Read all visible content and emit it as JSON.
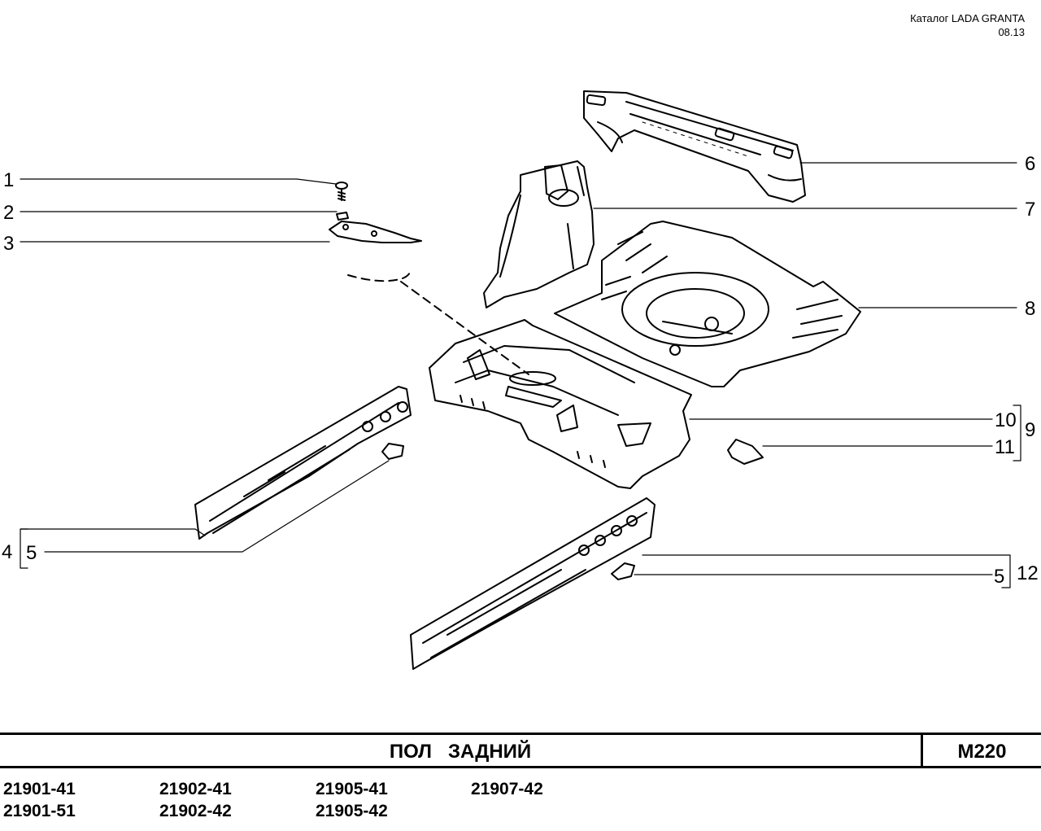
{
  "header": {
    "catalog": "Каталог  LADA  GRANTA",
    "date": "08.13"
  },
  "callouts": {
    "c1": "1",
    "c2": "2",
    "c3": "3",
    "c4": "4",
    "c5a": "5",
    "c6": "6",
    "c7": "7",
    "c8": "8",
    "c9": "9",
    "c10": "10",
    "c11": "11",
    "c5b": "5",
    "c12": "12"
  },
  "title": {
    "text": "ПОЛ   ЗАДНИЙ",
    "code": "M220"
  },
  "models": {
    "row1": [
      "21901-41",
      "21902-41",
      "21905-41",
      "21907-42"
    ],
    "row2": [
      "21901-51",
      "21902-42",
      "21905-42"
    ]
  }
}
